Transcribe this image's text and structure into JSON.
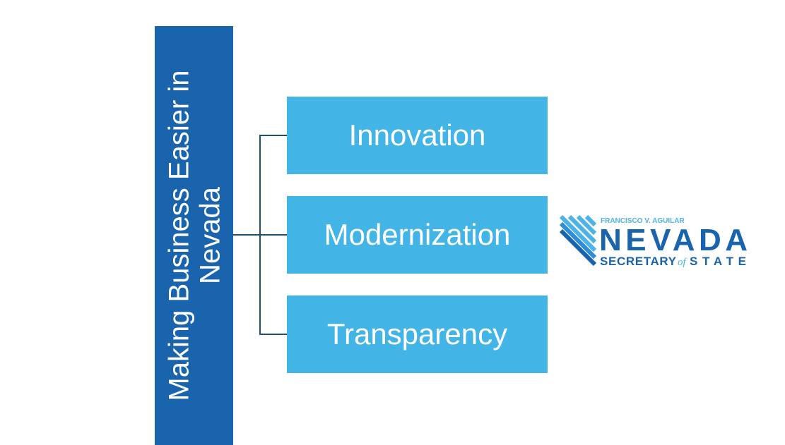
{
  "main": {
    "label": "Making Business Easier in Nevada"
  },
  "items": [
    {
      "label": "Innovation"
    },
    {
      "label": "Modernization"
    },
    {
      "label": "Transparency"
    }
  ],
  "logo": {
    "top": "FRANCISCO V. AGUILAR",
    "name": "NEVADA",
    "sub1": "SECRETARY",
    "of": "of",
    "sub2": "STATE"
  },
  "colors": {
    "main": "#1a63ad",
    "box": "#42b4e6",
    "line": "#1f4e6e"
  }
}
